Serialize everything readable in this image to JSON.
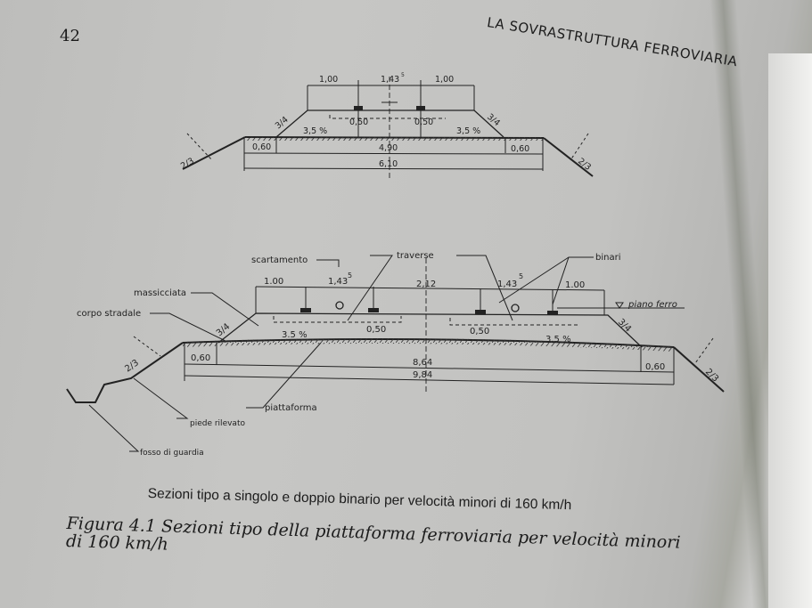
{
  "page": {
    "number": "42",
    "running_head": "LA SOVRASTRUTTURA FERROVIARIA"
  },
  "figure": {
    "single_track": {
      "dims": {
        "shoulder_left": "1,00",
        "gauge": "1,43",
        "gauge_sup": "5",
        "shoulder_right": "1,00",
        "sleeper_depth_left": "0,50",
        "sleeper_depth_right": "0,50",
        "crossfall_left": "3,5 %",
        "crossfall_right": "3,5 %",
        "verge_left": "0,60",
        "verge_right": "0,60",
        "inner_width": "4,90",
        "total_width": "6,10",
        "ballast_slope_left": "3/4",
        "ballast_slope_right": "3/4",
        "embankment_slope_left": "2/3",
        "embankment_slope_right": "2/3"
      }
    },
    "double_track": {
      "labels": {
        "scartamento": "scartamento",
        "traverse": "traverse",
        "binari": "binari",
        "massicciata": "massicciata",
        "corpo_stradale": "corpo stradale",
        "piano_ferro": "piano ferro",
        "piattaforma": "piattaforma",
        "piede_rilevato": "piede rilevato",
        "fosso_di_guardia": "fosso di guardia"
      },
      "dims": {
        "shoulder_left": "1.00",
        "gauge_left": "1,43",
        "gauge_left_sup": "5",
        "track_spacing": "2,12",
        "gauge_right": "1,43",
        "gauge_right_sup": "5",
        "shoulder_right": "1.00",
        "sleeper_depth_left": "0,50",
        "sleeper_depth_right": "0,50",
        "crossfall_left": "3.5 %",
        "crossfall_right": "3.5 %",
        "verge_left": "0,60",
        "verge_right": "0,60",
        "inner_width": "8,64",
        "total_width": "9,84",
        "ballast_slope_left": "3/4",
        "ballast_slope_right": "3/4",
        "embankment_slope_left": "2/3",
        "embankment_slope_right": "2/3"
      }
    },
    "subcaption": "Sezioni tipo a singolo e doppio binario per velocità minori di 160 km/h",
    "caption_label": "Figura 4.1",
    "caption_text": "Sezioni tipo della piattaforma ferroviaria per velocità minori",
    "caption_text_line2": "di 160 km/h"
  }
}
